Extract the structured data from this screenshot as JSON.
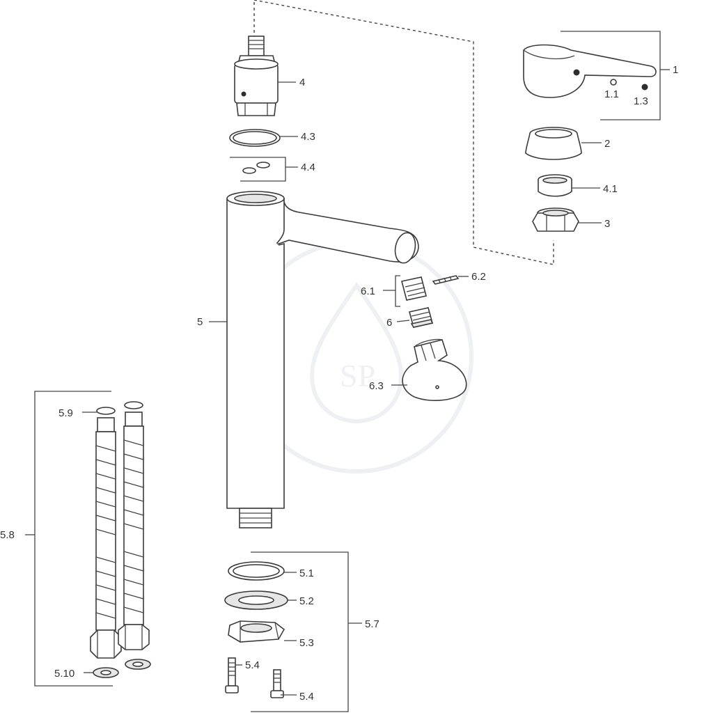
{
  "labels": {
    "l1": "1",
    "l1_1": "1.1",
    "l1_3": "1.3",
    "l2": "2",
    "l3": "3",
    "l4": "4",
    "l4_1": "4.1",
    "l4_3": "4.3",
    "l4_4": "4.4",
    "l5": "5",
    "l5_1": "5.1",
    "l5_2": "5.2",
    "l5_3": "5.3",
    "l5_4a": "5.4",
    "l5_4b": "5.4",
    "l5_7": "5.7",
    "l5_8": "5.8",
    "l5_9": "5.9",
    "l5_10": "5.10",
    "l6": "6",
    "l6_1": "6.1",
    "l6_2": "6.2",
    "l6_3": "6.3"
  },
  "watermark": {
    "text": "SP"
  },
  "colors": {
    "line": "#3a3a3a",
    "text": "#333333",
    "watermark": "#eef0f4"
  }
}
